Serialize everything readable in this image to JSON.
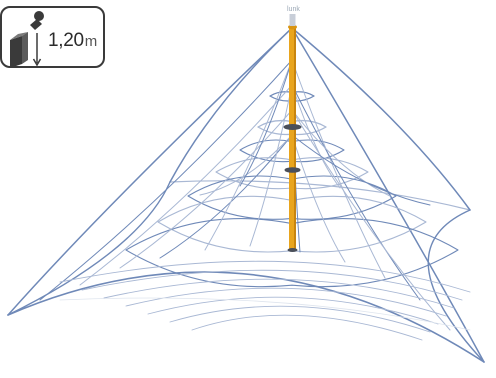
{
  "fall_height": {
    "value": "1,20",
    "unit": "m"
  },
  "mast_label": "lunk",
  "colors": {
    "rope": "#6f89b8",
    "rope_light": "#a9b8d4",
    "mast": "#e9a51e",
    "mast_shade": "#c88510",
    "hub": "#4a4f5a",
    "badge_border": "#3a3a3a"
  },
  "icons": [
    "person-drop-icon",
    "down-arrow-icon"
  ]
}
